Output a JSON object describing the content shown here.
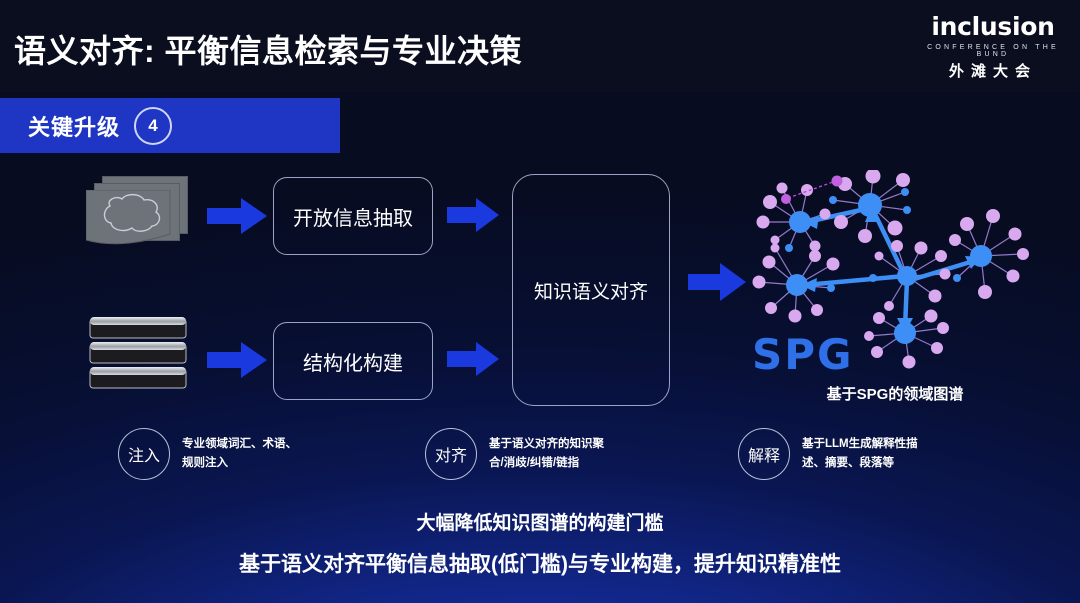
{
  "header": {
    "title": "语义对齐: 平衡信息检索与专业决策",
    "logo": {
      "word": "inclusion",
      "sub": "CONFERENCE ON THE BUND",
      "cn": "外滩大会"
    }
  },
  "banner": {
    "label": "关键升级",
    "number": "4",
    "color": "#1f35c4"
  },
  "flow": {
    "source_doc_icon": "document-stack-cloud-icon",
    "source_db_icon": "database-stack-icon",
    "box_extract": "开放信息抽取",
    "box_build": "结构化构建",
    "box_align": "知识语义对齐",
    "arrow_color": "#1a3ae0"
  },
  "graph": {
    "wordmark": "SPG",
    "wordmark_color": "#2f6fe8",
    "caption": "基于SPG的领域图谱",
    "hub_color": "#3d8ff5",
    "leaf_color": "#d9a9ef",
    "edge_color": "#9b7fd4"
  },
  "annotations": [
    {
      "badge": "注入",
      "text": "专业领域词汇、术语、\n规则注入"
    },
    {
      "badge": "对齐",
      "text": "基于语义对齐的知识聚\n合/消歧/纠错/链指"
    },
    {
      "badge": "解释",
      "text": "基于LLM生成解释性描\n述、摘要、段落等"
    }
  ],
  "footer": {
    "line1": "大幅降低知识图谱的构建门槛",
    "line2": "基于语义对齐平衡信息抽取(低门槛)与专业构建，提升知识精准性"
  }
}
